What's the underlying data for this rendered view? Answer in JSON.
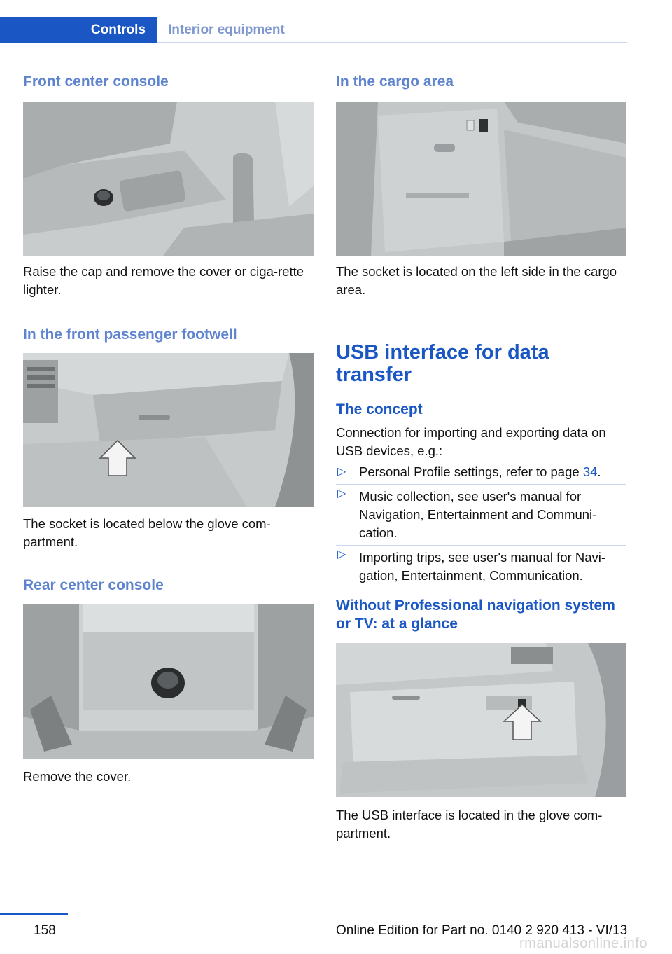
{
  "header": {
    "tab_active": "Controls",
    "tab_inactive": "Interior equipment"
  },
  "left": {
    "s1_title": "Front center console",
    "s1_text": "Raise the cap and remove the cover or ciga‐rette lighter.",
    "s2_title": "In the front passenger footwell",
    "s2_text": "The socket is located below the glove com‐partment.",
    "s3_title": "Rear center console",
    "s3_text": "Remove the cover."
  },
  "right": {
    "s1_title": "In the cargo area",
    "s1_text": "The socket is located on the left side in the cargo area.",
    "usb_title": "USB interface for data transfer",
    "concept_title": "The concept",
    "concept_text": "Connection for importing and exporting data on USB devices, e.g.:",
    "bullets": {
      "b1_text": "Personal Profile settings, refer to page ",
      "b1_link": "34",
      "b1_end": ".",
      "b2": "Music collection, see user's manual for Navigation, Entertainment and Communi‐cation.",
      "b3": "Importing trips, see user's manual for Navi‐gation, Entertainment, Communication."
    },
    "glance_title": "Without Professional navigation system or TV: at a glance",
    "glance_text": "The USB interface is located in the glove com‐partment."
  },
  "footer": {
    "page_number": "158",
    "edition": "Online Edition for Part no. 0140 2 920 413 - VI/13",
    "watermark": "rmanualsonline.info"
  },
  "colors": {
    "accent": "#1a56c4",
    "light_heading": "#5f84cf"
  }
}
